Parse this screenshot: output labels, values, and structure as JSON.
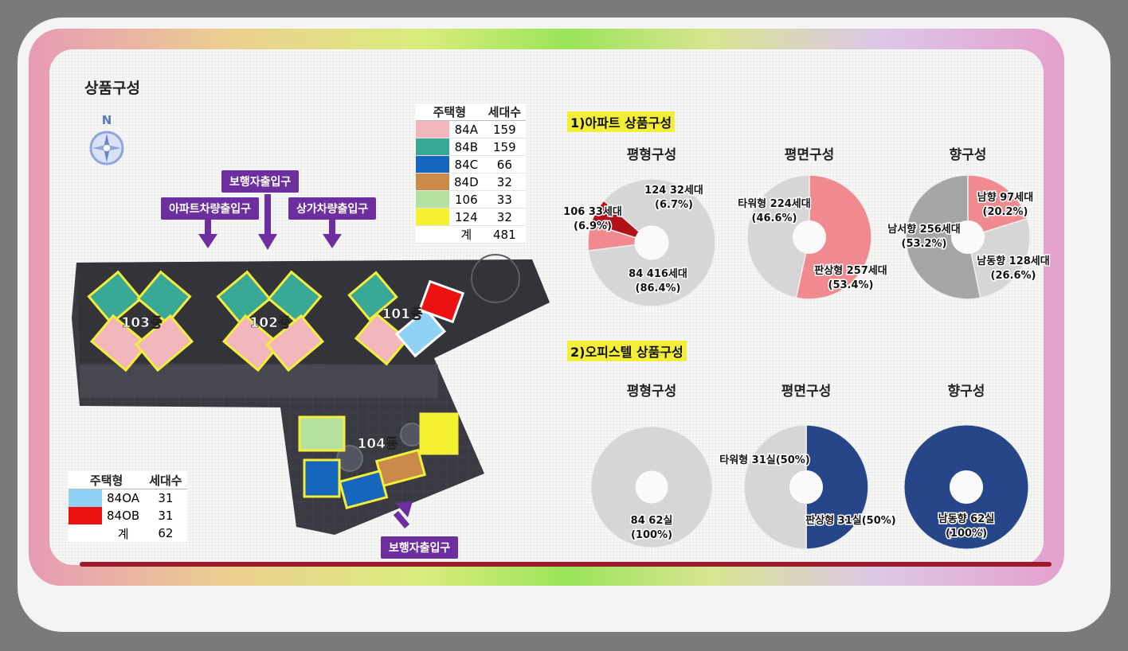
{
  "page_title": "상품구성",
  "compass_label": "N",
  "legend_top": {
    "headers": [
      "주택형",
      "세대수"
    ],
    "rows": [
      {
        "type": "84A",
        "count": "159",
        "color": "#f2b6bd"
      },
      {
        "type": "84B",
        "count": "159",
        "color": "#39a897"
      },
      {
        "type": "84C",
        "count": "66",
        "color": "#1666bd"
      },
      {
        "type": "84D",
        "count": "32",
        "color": "#c98a4a"
      },
      {
        "type": "106",
        "count": "33",
        "color": "#b6e0a0"
      },
      {
        "type": "124",
        "count": "32",
        "color": "#f5f12e"
      },
      {
        "type": "계",
        "count": "481",
        "color": ""
      }
    ]
  },
  "legend_bottom": {
    "headers": [
      "주택형",
      "세대수"
    ],
    "rows": [
      {
        "type": "84OA",
        "count": "31",
        "color": "#8fd2f3"
      },
      {
        "type": "84OB",
        "count": "31",
        "color": "#ee1111"
      },
      {
        "type": "계",
        "count": "62",
        "color": ""
      }
    ]
  },
  "entrances": {
    "pedestrian_top": "보행자출입구",
    "apt_vehicle": "아파트차량출입구",
    "retail_vehicle": "상가차량출입구",
    "pedestrian_bottom": "보행자출입구"
  },
  "buildings": [
    "103동",
    "102동",
    "101동",
    "104동"
  ],
  "sections": {
    "apt": "1)아파트 상품구성",
    "officetel": "2)오피스텔 상품구성"
  },
  "chart_data": [
    {
      "type": "pie",
      "title": "평형구성",
      "slices": [
        {
          "label": "84",
          "value": 416,
          "text": "84    416세대",
          "pct": "(86.4%)",
          "color": "#d6d6d6"
        },
        {
          "label": "106",
          "value": 33,
          "text": "106    33세대",
          "pct": "(6.9%)",
          "color": "#f08a8e"
        },
        {
          "label": "124",
          "value": 32,
          "text": "124    32세대",
          "pct": "(6.7%)",
          "color": "#b3101a"
        }
      ]
    },
    {
      "type": "pie",
      "title": "평면구성",
      "slices": [
        {
          "label": "판상형",
          "value": 257,
          "text": "판상형 257세대",
          "pct": "(53.4%)",
          "color": "#f08a8e"
        },
        {
          "label": "타워형",
          "value": 224,
          "text": "타워형 224세대",
          "pct": "(46.6%)",
          "color": "#d6d6d6"
        }
      ]
    },
    {
      "type": "pie",
      "title": "향구성",
      "slices": [
        {
          "label": "남향",
          "value": 97,
          "text": "남향 97세대",
          "pct": "(20.2%)",
          "color": "#f08a8e"
        },
        {
          "label": "남동향",
          "value": 128,
          "text": "남동향 128세대",
          "pct": "(26.6%)",
          "color": "#d6d6d6"
        },
        {
          "label": "남서향",
          "value": 256,
          "text": "남서향 256세대",
          "pct": "(53.2%)",
          "color": "#a6a6a6"
        }
      ]
    },
    {
      "type": "pie",
      "title": "평형구성",
      "slices": [
        {
          "label": "84",
          "value": 62,
          "text": "84    62실",
          "pct": "(100%)",
          "color": "#d6d6d6"
        }
      ]
    },
    {
      "type": "pie",
      "title": "평면구성",
      "slices": [
        {
          "label": "판상형",
          "value": 31,
          "text": "판상형 31실(50%)",
          "pct": "",
          "color": "#27468a"
        },
        {
          "label": "타워형",
          "value": 31,
          "text": "타워형 31실(50%)",
          "pct": "",
          "color": "#d6d6d6"
        }
      ]
    },
    {
      "type": "pie",
      "title": "향구성",
      "slices": [
        {
          "label": "남동향",
          "value": 62,
          "text": "남동향 62실",
          "pct": "(100%)",
          "color": "#27468a"
        }
      ]
    }
  ]
}
